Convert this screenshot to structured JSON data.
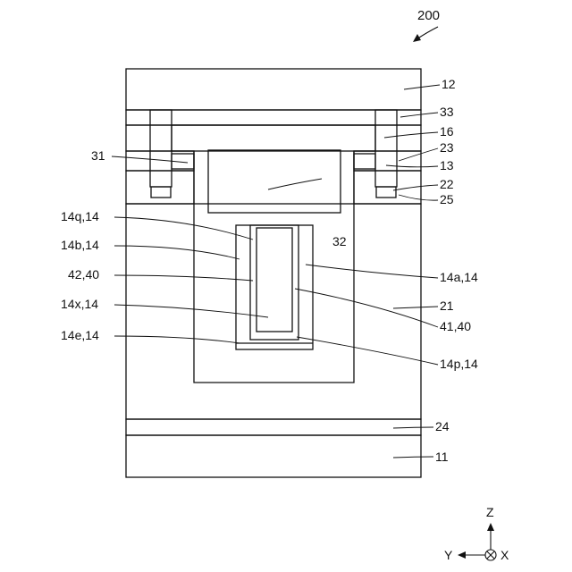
{
  "figure": {
    "number": "200"
  },
  "labels": {
    "l12": "12",
    "l33": "33",
    "l16": "16",
    "l23": "23",
    "l13": "13",
    "l22": "22",
    "l25": "25",
    "l31": "31",
    "l32": "32",
    "l21": "21",
    "l24": "24",
    "l11": "11",
    "l14q": "14q,14",
    "l14b": "14b,14",
    "l4240": "42,40",
    "l14x": "14x,14",
    "l14e": "14e,14",
    "l14a": "14a,14",
    "l4140": "41,40",
    "l14p": "14p,14"
  },
  "axes": {
    "z": "Z",
    "y": "Y",
    "x": "X"
  }
}
